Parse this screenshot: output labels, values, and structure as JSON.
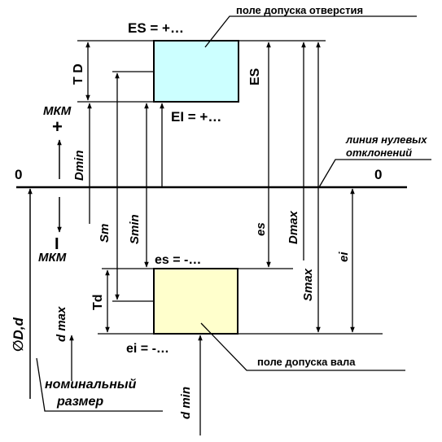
{
  "labels": {
    "hole_field": "поле допуска отверстия",
    "shaft_field": "поле допуска вала",
    "es_upper_hole": "ES = +…",
    "ei_lower_hole": "EI = +…",
    "es_upper_shaft": "es = -…",
    "ei_lower_shaft": "ei = -…",
    "ES": "ES",
    "TD": "T D",
    "Td": "Td",
    "es": "es",
    "ei": "ei",
    "zero_left": "0",
    "zero_right": "0",
    "zero_line_1": "линия нулевых",
    "zero_line_2": "отклонений",
    "mkm_plus": "МКМ",
    "plus": "+",
    "mkm_minus": "МКМ",
    "minus": "I",
    "Dmin": "Dmin",
    "Sm": "Sm",
    "Smin": "Smin",
    "Dmax": "Dmax",
    "Smax": "Smax",
    "dmax": "d max",
    "dmin": "d min",
    "dia": "∅D,d",
    "nominal_1": "номинальный",
    "nominal_2": "размер"
  },
  "colors": {
    "hole_fill": "#ccffff",
    "shaft_fill": "#ffffcc",
    "line": "#000000"
  }
}
